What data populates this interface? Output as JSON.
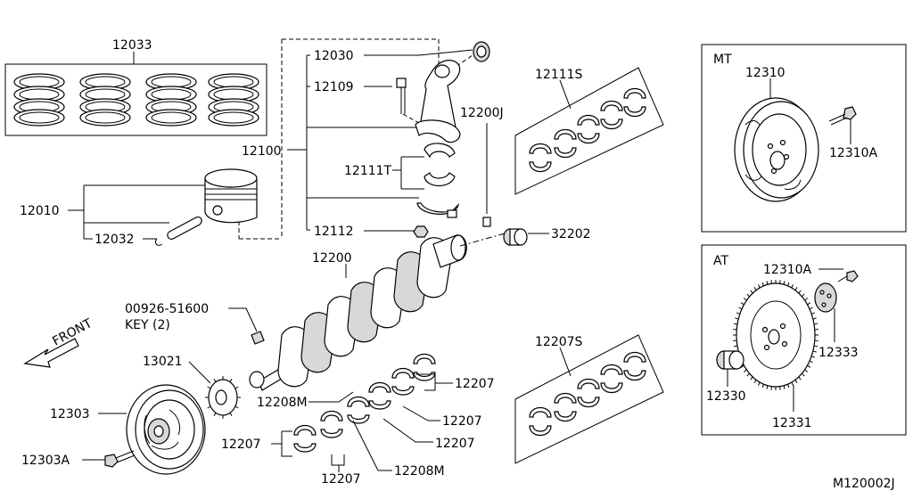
{
  "diagram": {
    "drawing_code": "M120002J",
    "front_label": "FRONT",
    "key_label": "KEY (2)",
    "panels": {
      "mt": "MT",
      "at": "AT"
    },
    "parts": {
      "p12033": "12033",
      "p12030": "12030",
      "p12109": "12109",
      "p12100": "12100",
      "p12111T": "12111T",
      "p12112": "12112",
      "p12010": "12010",
      "p12032": "12032",
      "p12200J": "12200J",
      "p32202": "32202",
      "p12200": "12200",
      "p12111S": "12111S",
      "p00926": "00926-51600",
      "p13021": "13021",
      "p12303": "12303",
      "p12303A": "12303A",
      "p12208M_top": "12208M",
      "p12208M_bot": "12208M",
      "p12207_a": "12207",
      "p12207_b": "12207",
      "p12207_c": "12207",
      "p12207_d": "12207",
      "p12207_e": "12207",
      "p12207S": "12207S",
      "p12310": "12310",
      "p12310A_mt": "12310A",
      "p12310A_at": "12310A",
      "p12333": "12333",
      "p12330": "12330",
      "p12331": "12331"
    }
  }
}
